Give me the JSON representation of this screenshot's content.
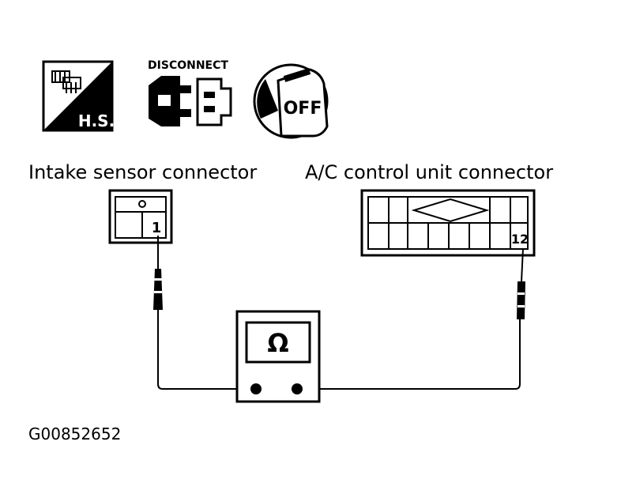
{
  "icons": {
    "hs_label": "H.S.",
    "disconnect_label": "DISCONNECT",
    "off_label": "OFF"
  },
  "labels": {
    "intake_sensor_connector": "Intake sensor connector",
    "ac_control_unit_connector": "A/C control unit connector"
  },
  "intake_connector": {
    "terminal": "1"
  },
  "ac_connector": {
    "terminal": "12"
  },
  "meter": {
    "symbol": "Ω"
  },
  "figure_id": "G00852652",
  "colors": {
    "ink": "#000000",
    "paper": "#ffffff"
  }
}
